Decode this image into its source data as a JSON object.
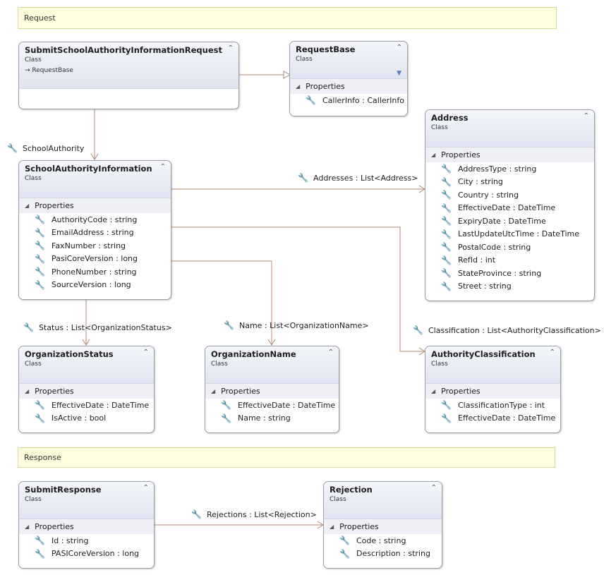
{
  "bands": {
    "request": "Request",
    "response": "Response"
  },
  "glyphs": {
    "wrench": "🔧",
    "collapse": "⌃",
    "section": "◢",
    "inherit": "→",
    "filter": "▼"
  },
  "colors": {
    "connector": "#b08a70",
    "section_bg": "#eef0f5",
    "header_top": "#f4f6fb",
    "header_bottom": "#dfe4f0",
    "band_bg": "#ffffe0"
  },
  "classes": {
    "submit_request": {
      "name": "SubmitSchoolAuthorityInformationRequest",
      "kind": "Class",
      "inherits": "RequestBase"
    },
    "request_base": {
      "name": "RequestBase",
      "kind": "Class",
      "section": "Properties",
      "members": [
        "CallerInfo : CallerInfo"
      ]
    },
    "address": {
      "name": "Address",
      "kind": "Class",
      "section": "Properties",
      "members": [
        "AddressType : string",
        "City : string",
        "Country : string",
        "EffectiveDate : DateTime",
        "ExpiryDate : DateTime",
        "LastUpdateUtcTime : DateTime",
        "PostalCode : string",
        "RefId : int",
        "StateProvince : string",
        "Street : string"
      ]
    },
    "school_authority_info": {
      "name": "SchoolAuthorityInformation",
      "kind": "Class",
      "section": "Properties",
      "members": [
        "AuthorityCode : string",
        "EmailAddress : string",
        "FaxNumber : string",
        "PasiCoreVersion : long",
        "PhoneNumber : string",
        "SourceVersion : long"
      ]
    },
    "org_status": {
      "name": "OrganizationStatus",
      "kind": "Class",
      "section": "Properties",
      "members": [
        "EffectiveDate : DateTime",
        "IsActive : bool"
      ]
    },
    "org_name": {
      "name": "OrganizationName",
      "kind": "Class",
      "section": "Properties",
      "members": [
        "EffectiveDate : DateTime",
        "Name : string"
      ]
    },
    "authority_class": {
      "name": "AuthorityClassification",
      "kind": "Class",
      "section": "Properties",
      "members": [
        "ClassificationType : int",
        "EffectiveDate : DateTime"
      ]
    },
    "submit_response": {
      "name": "SubmitResponse",
      "kind": "Class",
      "section": "Properties",
      "members": [
        "Id : string",
        "PASICoreVersion : long"
      ]
    },
    "rejection": {
      "name": "Rejection",
      "kind": "Class",
      "section": "Properties",
      "members": [
        "Code : string",
        "Description : string"
      ]
    }
  },
  "associations": {
    "school_authority": "SchoolAuthority",
    "addresses": "Addresses : List<Address>",
    "status": "Status : List<OrganizationStatus>",
    "name": "Name : List<OrganizationName>",
    "classification": "Classification : List<AuthorityClassification>",
    "rejections": "Rejections : List<Rejection>"
  }
}
